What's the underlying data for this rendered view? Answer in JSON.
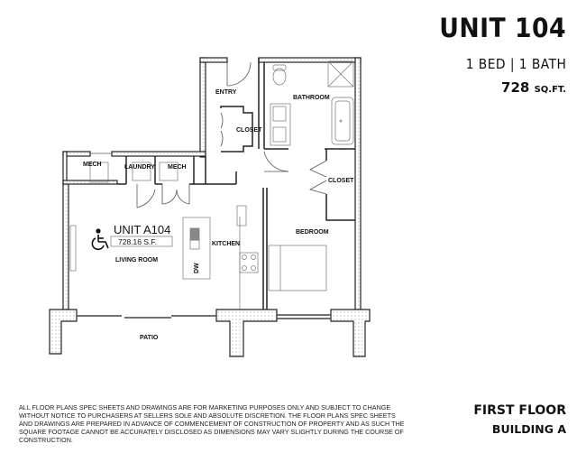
{
  "header": {
    "unit_title": "UNIT 104",
    "bed_bath": "1 BED  |  1 BATH",
    "sqft_value": "728",
    "sqft_unit": "SQ.FT."
  },
  "plan": {
    "unit_label": "UNIT A104",
    "unit_area": "728.16 S.F.",
    "accessibility_icon": "wheelchair-icon",
    "rooms": {
      "entry": "ENTRY",
      "closet_entry": "CLOSET",
      "bathroom": "BATHROOM",
      "closet_bedroom": "CLOSET",
      "bedroom": "BEDROOM",
      "mech_left": "MECH",
      "laundry": "LAUNDRY",
      "mech_right": "MECH",
      "kitchen": "KITCHEN",
      "living_room": "LIVING ROOM",
      "patio": "PATIO",
      "dishwasher": "DW"
    }
  },
  "footer": {
    "disclaimer": "ALL FLOOR PLANS SPEC SHEETS AND DRAWINGS ARE FOR MARKETING PURPOSES ONLY AND SUBJECT TO CHANGE WITHOUT NOTICE TO PURCHASERS AT SELLERS SOLE AND ABSOLUTE DISCRETION. THE FLOOR PLANS SPEC SHEETS AND DRAWINGS ARE PREPARED IN ADVANCE OF COMMENCEMENT OF CONSTRUCTION OF PROPERTY AND AS SUCH THE SQUARE FOOTAGE CANNOT BE ACCURATELY DISCLOSED AS DIMENSIONS MAY VARY SLIGHTLY DURING THE COURSE OF CONSTRUCTION.",
    "floor": "FIRST FLOOR",
    "building": "BUILDING A"
  }
}
